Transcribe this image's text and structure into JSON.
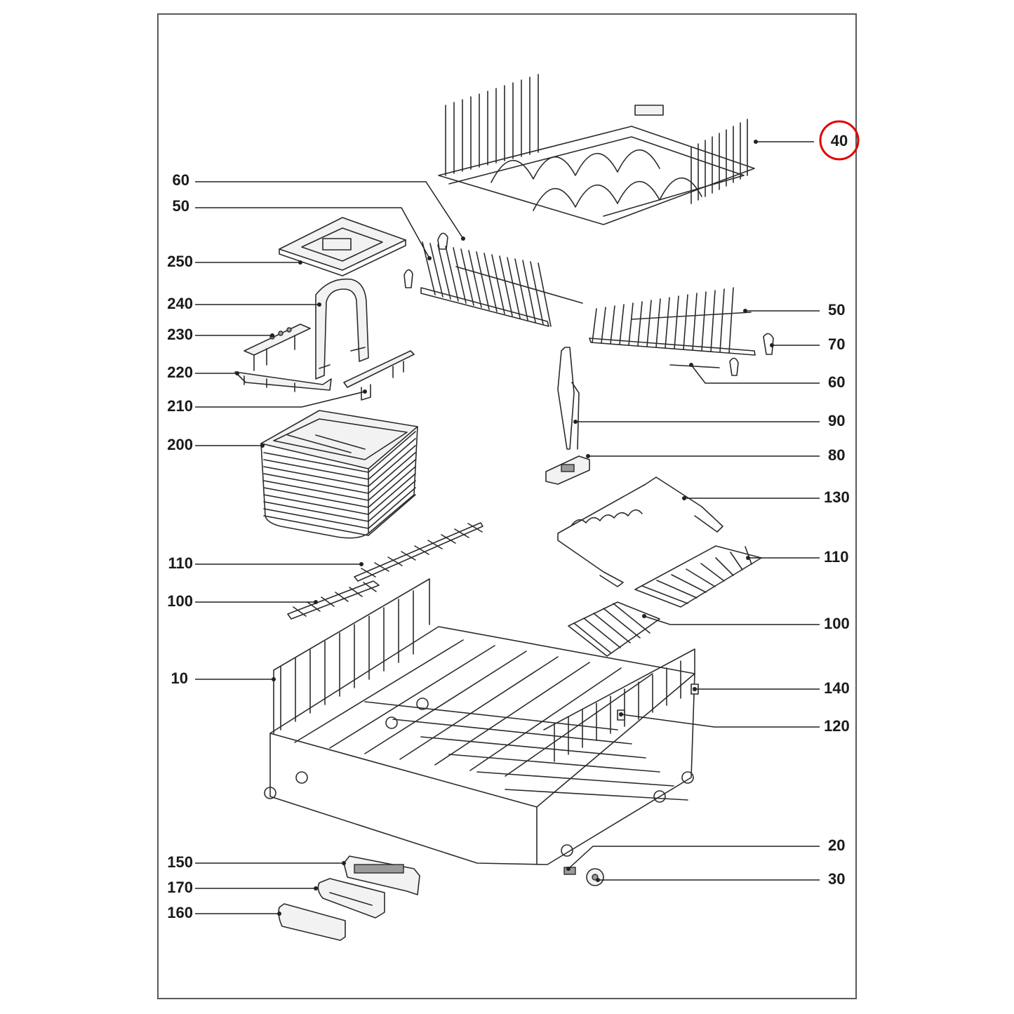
{
  "highlight_color": "#e00000",
  "labels": {
    "l_40": "40",
    "l_60a": "60",
    "l_50a": "50",
    "l_250": "250",
    "l_240": "240",
    "l_230": "230",
    "l_220": "220",
    "l_210": "210",
    "l_200": "200",
    "l_110a": "110",
    "l_100a": "100",
    "l_10": "10",
    "l_150": "150",
    "l_170": "170",
    "l_160": "160",
    "l_50b": "50",
    "l_70": "70",
    "l_60b": "60",
    "l_90": "90",
    "l_80": "80",
    "l_130": "130",
    "l_110b": "110",
    "l_100b": "100",
    "l_140": "140",
    "l_120": "120",
    "l_20": "20",
    "l_30": "30"
  }
}
